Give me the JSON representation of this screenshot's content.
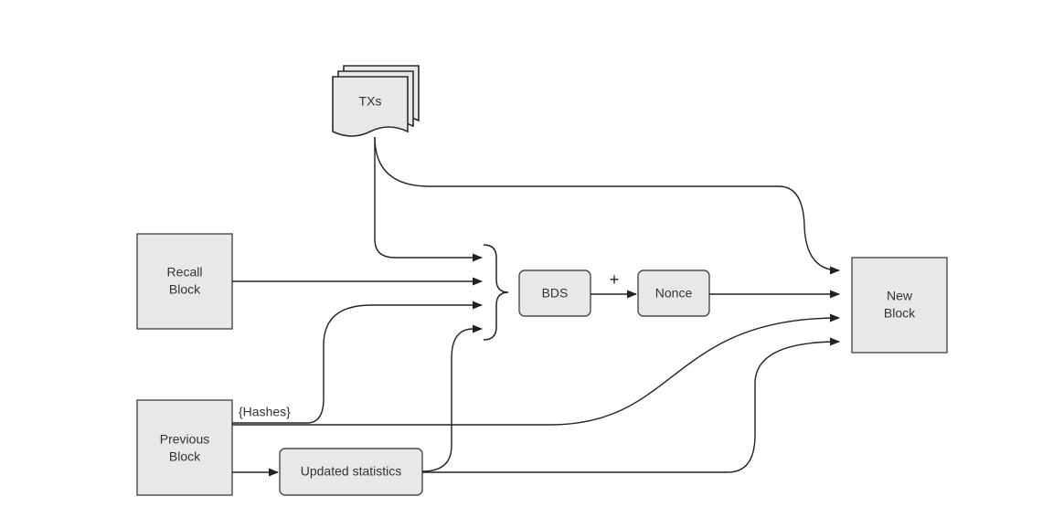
{
  "nodes": {
    "txs": "TXs",
    "recall_block": [
      "Recall",
      "Block"
    ],
    "previous_block": [
      "Previous",
      "Block"
    ],
    "bds": "BDS",
    "nonce": "Nonce",
    "new_block": [
      "New",
      "Block"
    ],
    "updated_statistics": "Updated statistics"
  },
  "edge_labels": {
    "hashes": "{Hashes}",
    "plus": "+"
  }
}
